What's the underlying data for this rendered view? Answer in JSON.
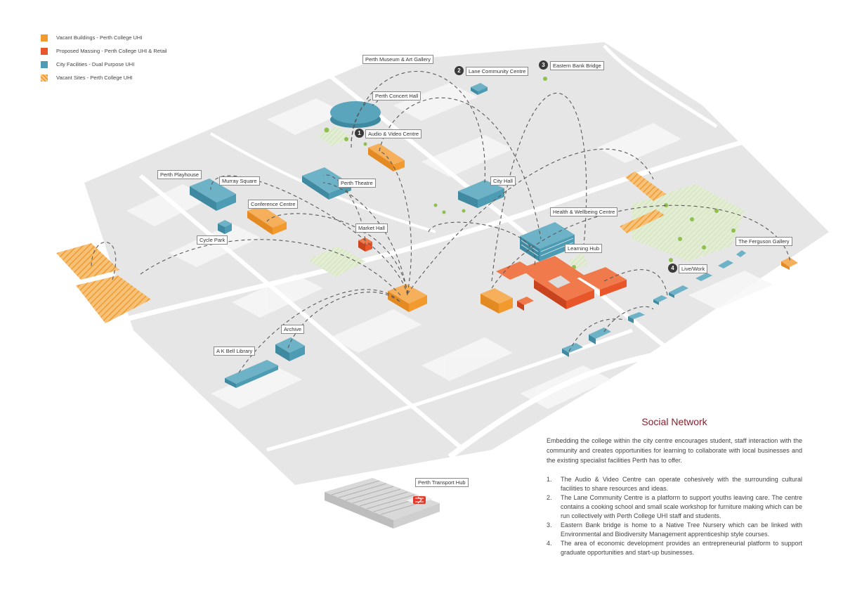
{
  "legend": [
    {
      "label": "Vacant Buildings - Perth College UHI",
      "color": "#f29a2e",
      "pattern": "solid"
    },
    {
      "label": "Proposed Massing - Perth College UHI & Retail",
      "color": "#e8562a",
      "pattern": "solid"
    },
    {
      "label": "City Facilities - Dual Purpose UHI",
      "color": "#4e9cb3",
      "pattern": "solid"
    },
    {
      "label": "Vacant Sites - Perth College UHI",
      "color": "#f29a2e",
      "pattern": "hatched"
    }
  ],
  "map_labels": {
    "museum": "Perth Museum & Art Gallery",
    "concert": "Perth Concert Hall",
    "audio": "Audio & Video Centre",
    "lane": "Lane Community Centre",
    "eastern": "Eastern Bank Bridge",
    "playhouse": "Perth Playhouse",
    "murray": "Murray Square",
    "theatre": "Perth Theatre",
    "cityhall": "City Hall",
    "conference": "Conference Centre",
    "health": "Health & Wellbeing Centre",
    "market": "Market Hall",
    "cyclepark": "Cycle Park",
    "learning": "Learning Hub",
    "ferguson": "The Ferguson Gallery",
    "livework": "Live/Work",
    "archive": "Archive",
    "akbell": "A K Bell Library",
    "transport": "Perth Transport Hub"
  },
  "markers": {
    "m1": "1",
    "m2": "2",
    "m3": "3",
    "m4": "4"
  },
  "panel": {
    "title": "Social Network",
    "intro": "Embedding the college within the city centre encourages student, staff interaction with the community and creates opportunities for learning to collaborate with local businesses and the existing specialist facilities Perth has to offer.",
    "items": [
      {
        "n": "1.",
        "text": "The Audio & Video Centre can operate cohesively with  the surrounding cultural facilities to share resources and ideas."
      },
      {
        "n": "2.",
        "text": "The Lane Community Centre is a platform to support youths leaving care. The centre contains a cooking school and small scale workshop for furniture making which can be run collectively with Perth College UHI staff and students."
      },
      {
        "n": "3.",
        "text": "Eastern Bank bridge is home to a Native Tree Nursery which can be linked with Environmental and Biodiversity Management apprenticeship style courses."
      },
      {
        "n": "4.",
        "text": "The area of economic development provides an entrepreneurial platform to support graduate opportunities and start-up businesses."
      }
    ]
  }
}
